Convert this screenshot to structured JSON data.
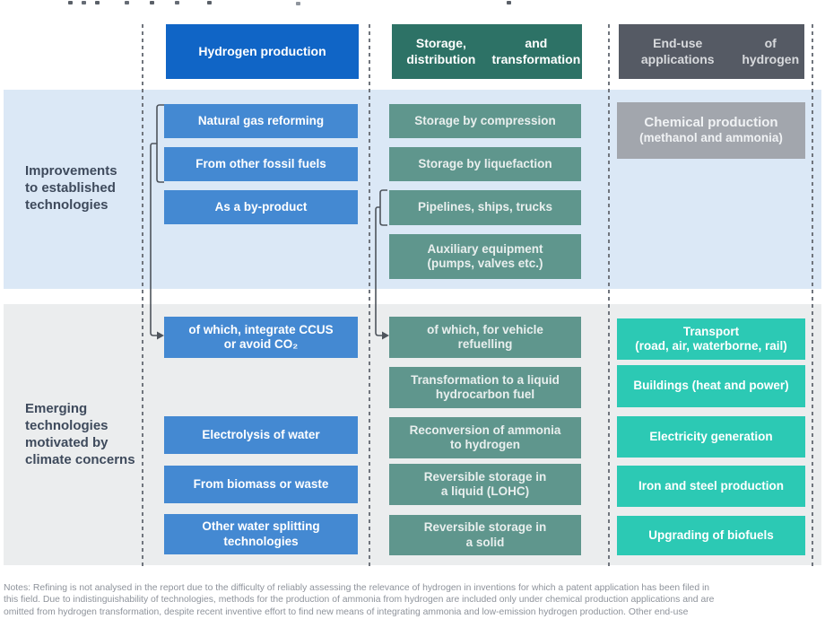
{
  "figure": {
    "headers": [
      {
        "label": "Hydrogen production",
        "color": "#1065c6"
      },
      {
        "label": "Storage, distribution\nand transformation",
        "color": "#2d7266"
      },
      {
        "label": "End-use applications\nof hydrogen",
        "color": "#555a64"
      }
    ],
    "row_labels": [
      "Improvements\nto established\ntechnologies",
      "Emerging\ntechnologies\nmotivated by\nclimate concerns"
    ],
    "columns": {
      "production": {
        "established": [
          "Natural gas reforming",
          "From other fossil fuels",
          "As a by-product"
        ],
        "emerging": [
          "of which, integrate CCUS\nor avoid CO₂",
          "Electrolysis of water",
          "From biomass or waste",
          "Other water splitting\ntechnologies"
        ]
      },
      "storage": {
        "established": [
          "Storage by compression",
          "Storage by liquefaction",
          "Pipelines, ships, trucks",
          "Auxiliary equipment\n(pumps, valves etc.)"
        ],
        "emerging": [
          "of which, for vehicle\nrefuelling",
          "Transformation to a liquid\nhydrocarbon fuel",
          "Reconversion of ammonia\nto hydrogen",
          "Reversible storage in\na liquid (LOHC)",
          "Reversible storage in\na solid"
        ]
      },
      "end_use": {
        "established": [
          "Chemical production\n(methanol and ammonia)"
        ],
        "emerging": [
          "Transport\n(road, air, waterborne, rail)",
          "Buildings (heat and power)",
          "Electricity generation",
          "Iron and steel production",
          "Upgrading of biofuels"
        ]
      }
    },
    "colors": {
      "header_production": "#1065c6",
      "header_storage": "#2d7266",
      "header_enduse": "#555a64",
      "node_production": "#4489d2",
      "node_storage": "#5f968d",
      "node_enduse": "#2cc9b4",
      "node_chemical": "#a2a6ad",
      "band_established": "#dbe8f6",
      "band_emerging": "#ebedee",
      "connector": "#4e545c",
      "notes_text": "#8e939b"
    },
    "notes_lines": [
      "Notes: Refining is not analysed in the report due to the difficulty of reliably assessing the relevance of hydrogen in inventions for which a patent application has been filed in",
      "this field. Due to indistinguishability of technologies, methods for the production of ammonia from hydrogen are included only under chemical production applications and are",
      "omitted from hydrogen transformation, despite recent inventive effort to find new means of integrating ammonia and low-emission hydrogen production. Other end-use"
    ]
  }
}
